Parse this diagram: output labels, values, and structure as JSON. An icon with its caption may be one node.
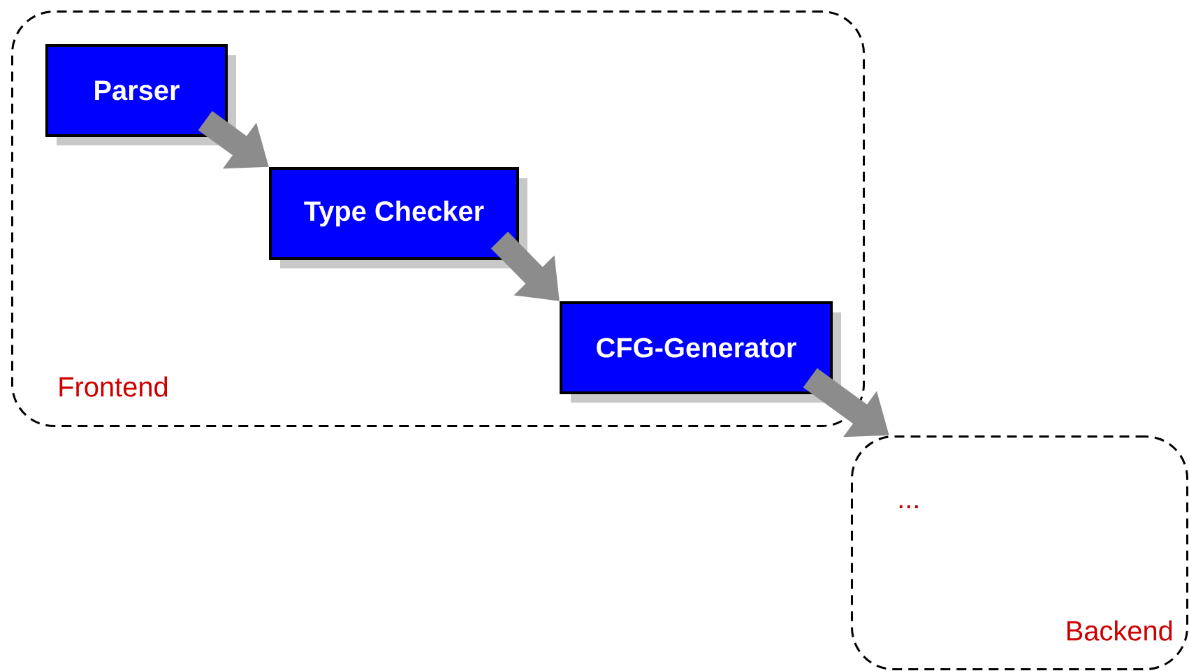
{
  "diagram": {
    "nodes": [
      {
        "text": [
          "Frontend"
        ]
      },
      {
        "text": [
          "Parser"
        ],
        "in": 0
      },
      {
        "text": [
          "Type Checker"
        ],
        "in": 0
      },
      {
        "text": [
          "CFG-Generator"
        ],
        "in": 0
      },
      {
        "text": [
          "...",
          "Backend"
        ]
      }
    ],
    "edges": [
      {
        "from": 1,
        "to": 2,
        "arrow": "to"
      },
      {
        "from": 2,
        "to": 3,
        "arrow": "to"
      },
      {
        "from": 3,
        "to": 4,
        "arrow": "to"
      }
    ]
  }
}
